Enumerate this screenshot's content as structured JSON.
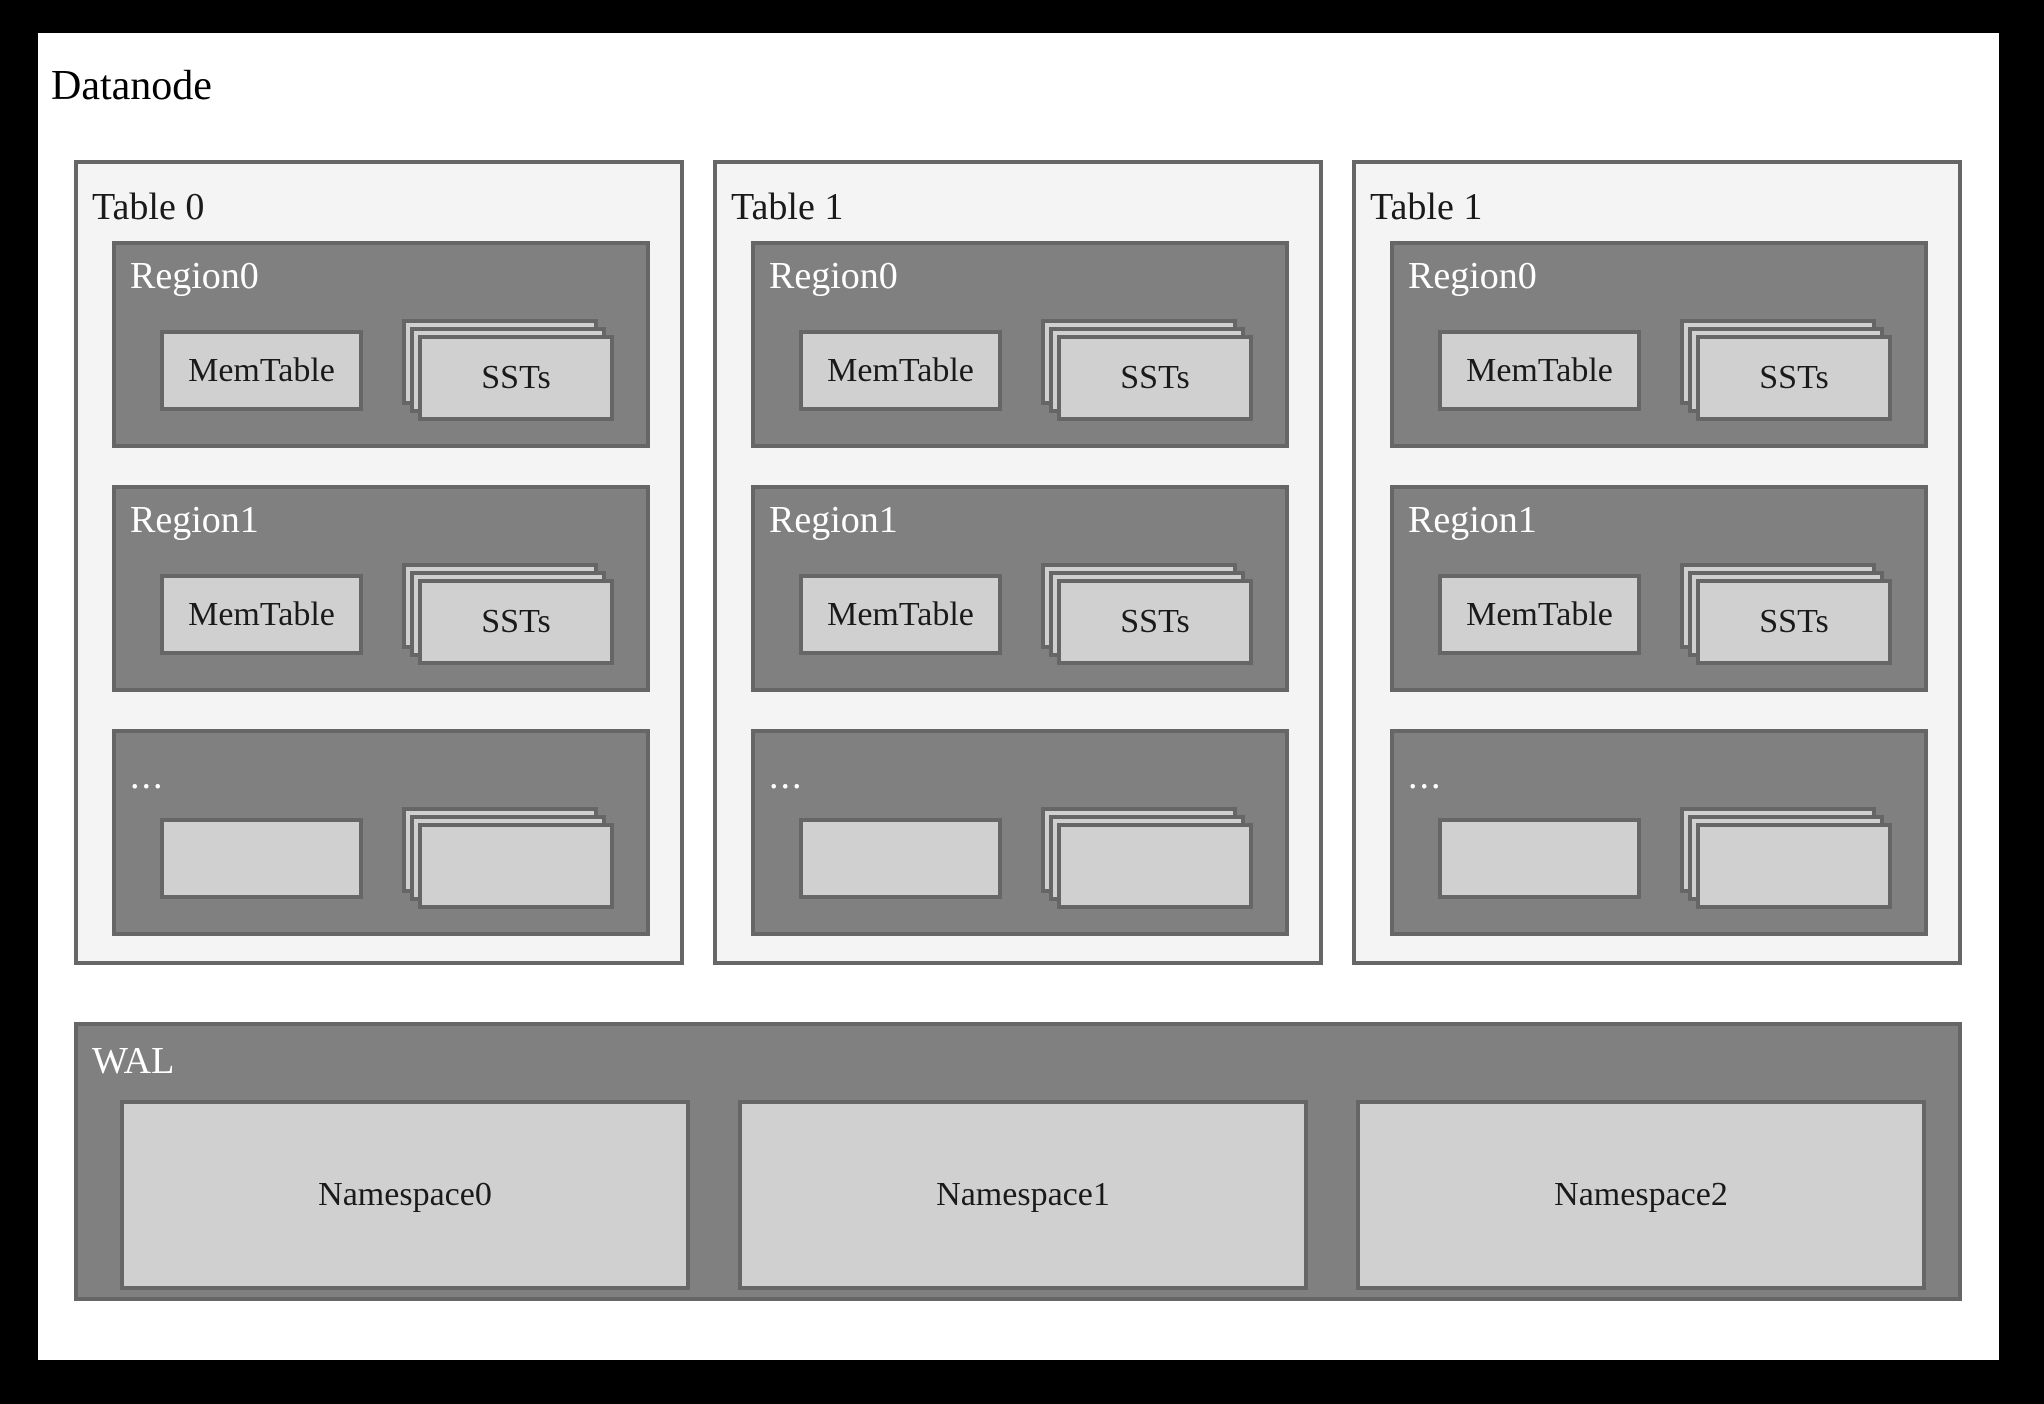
{
  "diagram": {
    "title": "Datanode",
    "background_color": "#ffffff",
    "frame_color": "#000000",
    "panel_bg": "#f4f4f4",
    "region_bg": "#808080",
    "box_bg": "#d0d0d0",
    "border_color": "#666666",
    "label_light": "#ffffff",
    "label_dark": "#1a1a1a"
  },
  "tables": [
    {
      "label": "Table 0",
      "regions": [
        {
          "label": "Region0",
          "memtable": "MemTable",
          "ssts": "SSTs",
          "sst_count": 3
        },
        {
          "label": "Region1",
          "memtable": "MemTable",
          "ssts": "SSTs",
          "sst_count": 3
        },
        {
          "label": "...",
          "memtable": "",
          "ssts": "",
          "sst_count": 3
        }
      ]
    },
    {
      "label": "Table 1",
      "regions": [
        {
          "label": "Region0",
          "memtable": "MemTable",
          "ssts": "SSTs",
          "sst_count": 3
        },
        {
          "label": "Region1",
          "memtable": "MemTable",
          "ssts": "SSTs",
          "sst_count": 3
        },
        {
          "label": "...",
          "memtable": "",
          "ssts": "",
          "sst_count": 3
        }
      ]
    },
    {
      "label": "Table 1",
      "regions": [
        {
          "label": "Region0",
          "memtable": "MemTable",
          "ssts": "SSTs",
          "sst_count": 3
        },
        {
          "label": "Region1",
          "memtable": "MemTable",
          "ssts": "SSTs",
          "sst_count": 3
        },
        {
          "label": "...",
          "memtable": "",
          "ssts": "",
          "sst_count": 3
        }
      ]
    }
  ],
  "wal": {
    "label": "WAL",
    "namespaces": [
      {
        "label": "Namespace0"
      },
      {
        "label": "Namespace1"
      },
      {
        "label": "Namespace2"
      }
    ]
  }
}
